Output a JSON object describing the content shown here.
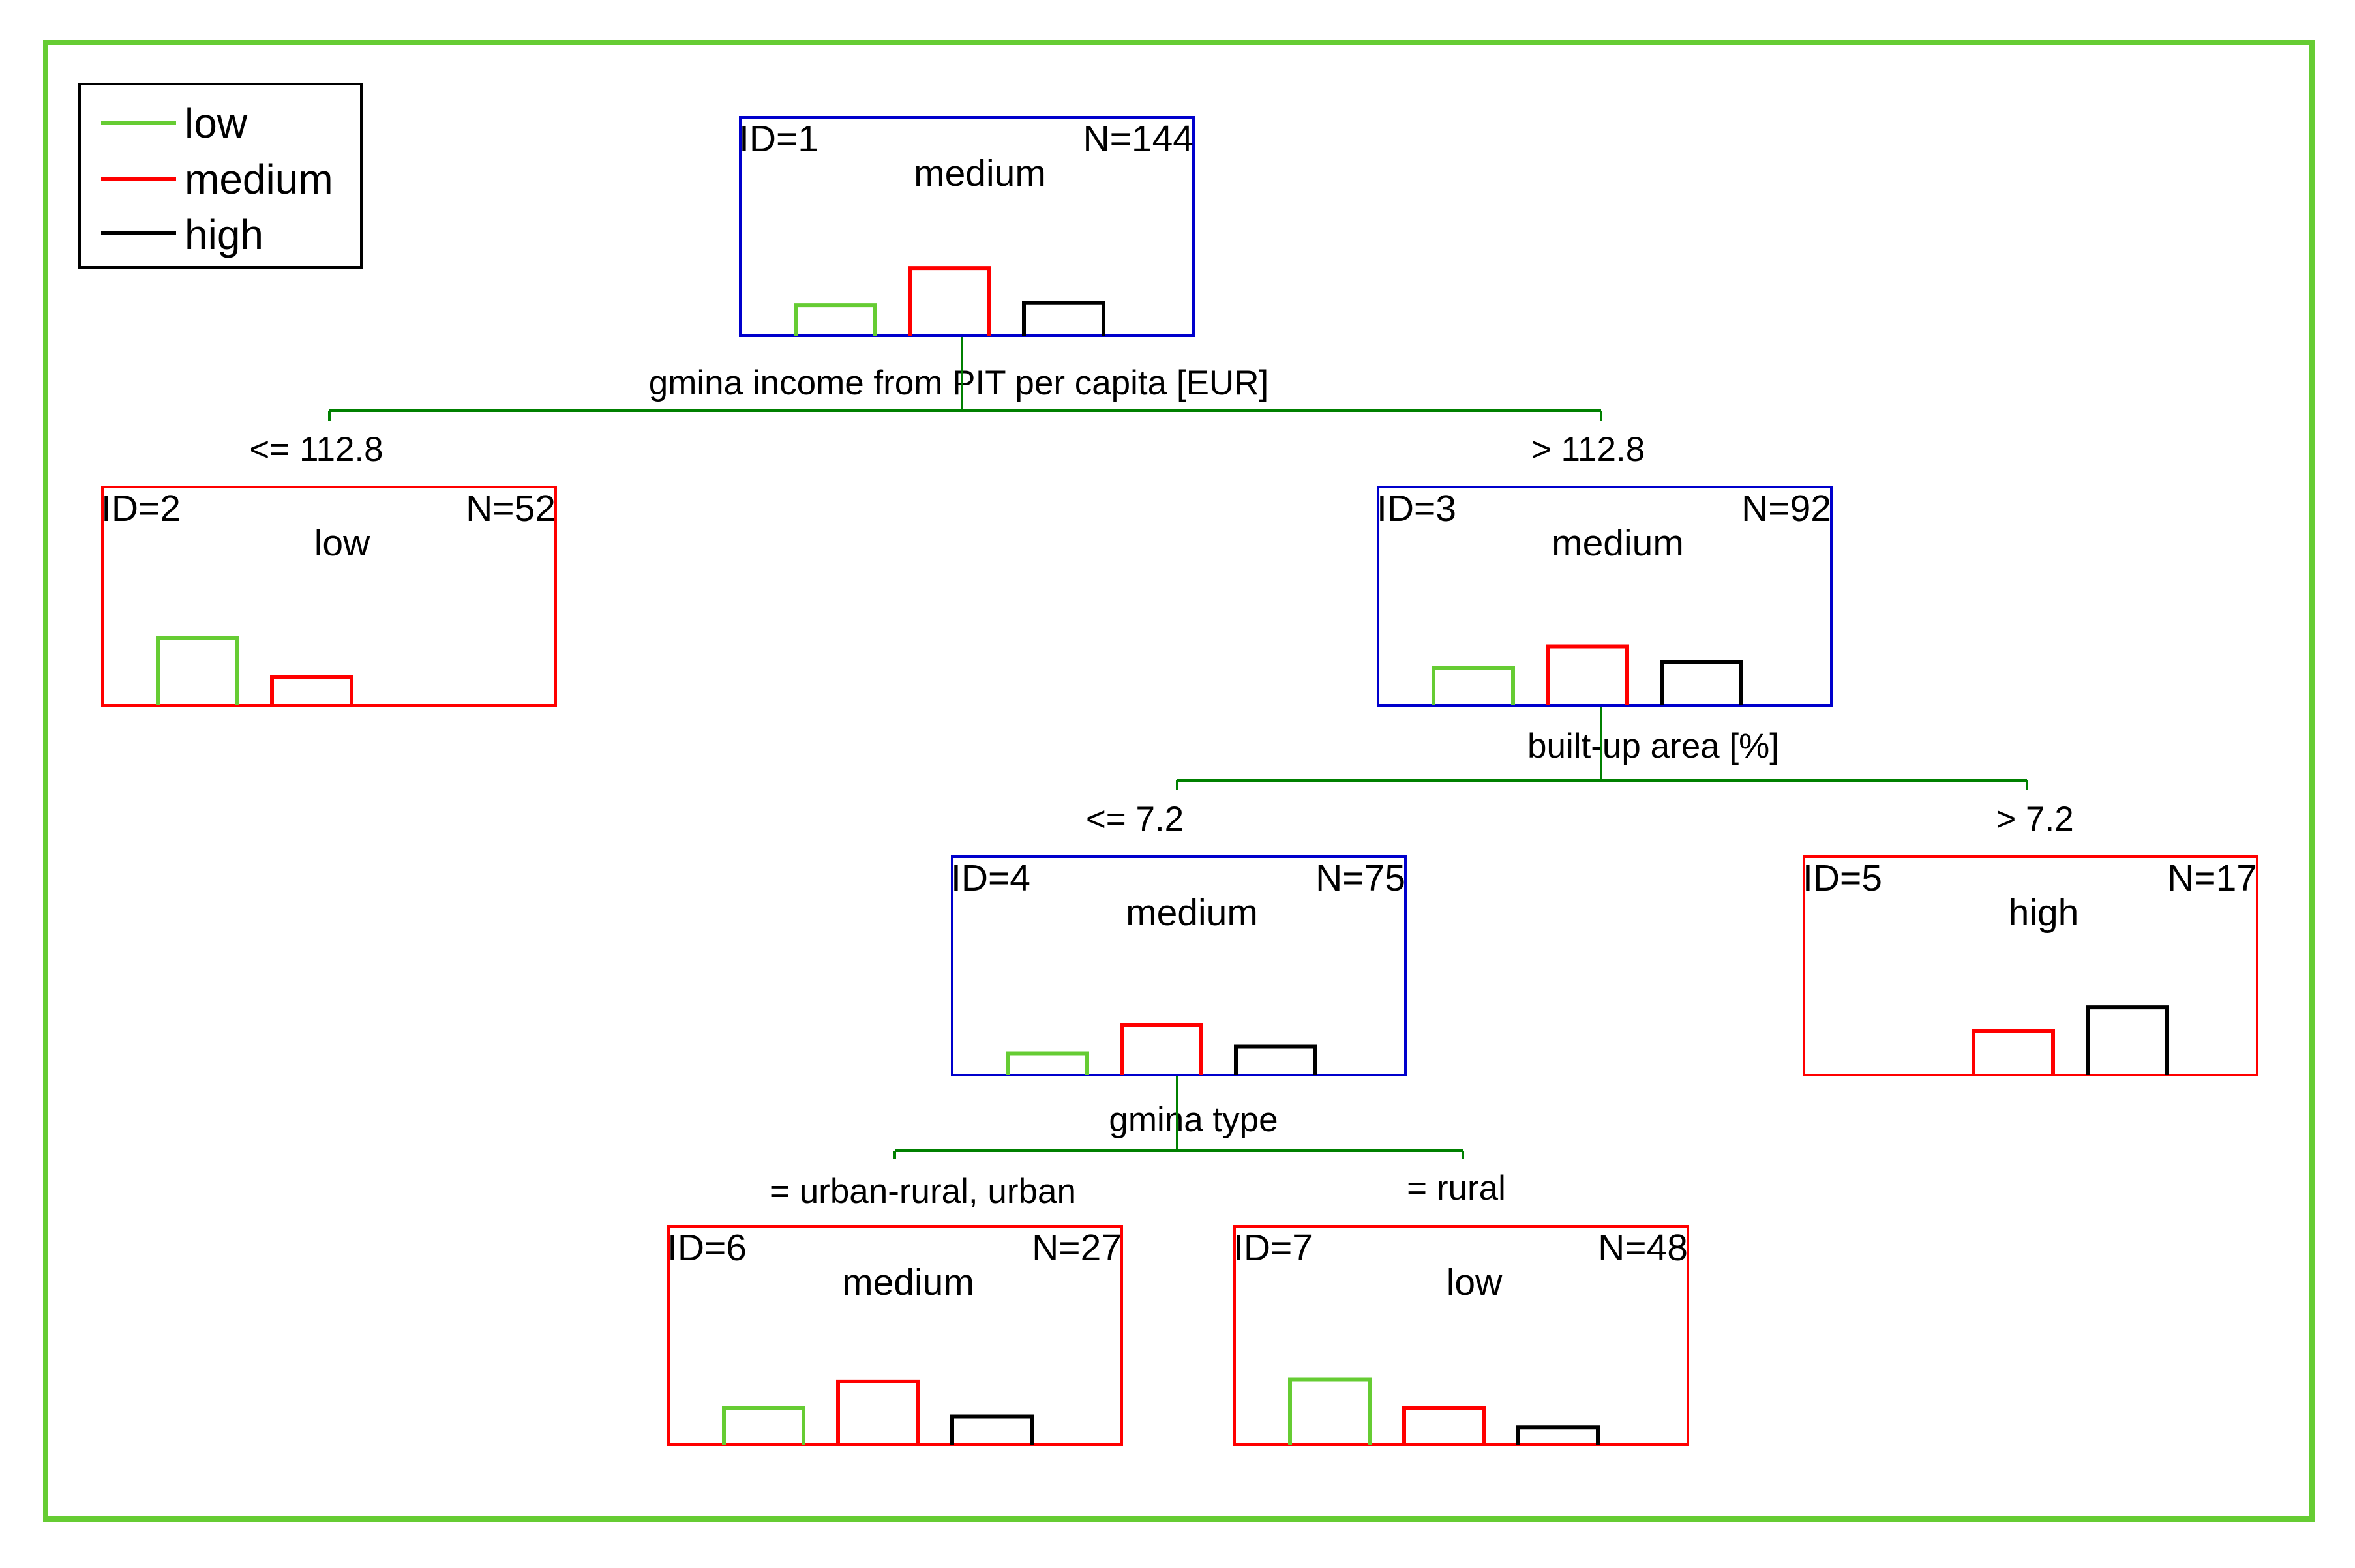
{
  "colors": {
    "frame": "#66cc33",
    "low": "#66cc33",
    "medium": "#ff0000",
    "high": "#000000",
    "node_box_blue": "#0000cc",
    "node_box_red": "#ff0000",
    "split_line": "#008000"
  },
  "legend": {
    "items": [
      {
        "label": "low",
        "color": "#66cc33"
      },
      {
        "label": "medium",
        "color": "#ff0000"
      },
      {
        "label": "high",
        "color": "#000000"
      }
    ]
  },
  "nodes": [
    {
      "id": "ID=1",
      "n": "N=144",
      "class": "medium",
      "box": "blue",
      "bars": [
        0.14,
        0.31,
        0.15
      ]
    },
    {
      "id": "ID=2",
      "n": "N=52",
      "class": "low",
      "box": "red",
      "bars": [
        0.31,
        0.13,
        0
      ]
    },
    {
      "id": "ID=3",
      "n": "N=92",
      "class": "medium",
      "box": "blue",
      "bars": [
        0.17,
        0.27,
        0.2
      ]
    },
    {
      "id": "ID=4",
      "n": "N=75",
      "class": "medium",
      "box": "blue",
      "bars": [
        0.1,
        0.23,
        0.13
      ]
    },
    {
      "id": "ID=5",
      "n": "N=17",
      "class": "high",
      "box": "red",
      "bars": [
        0,
        0.2,
        0.31
      ]
    },
    {
      "id": "ID=6",
      "n": "N=27",
      "class": "medium",
      "box": "red",
      "bars": [
        0.17,
        0.29,
        0.13
      ]
    },
    {
      "id": "ID=7",
      "n": "N=48",
      "class": "low",
      "box": "red",
      "bars": [
        0.3,
        0.17,
        0.08
      ]
    }
  ],
  "splits": [
    {
      "variable": "gmina income from PIT  per capita [EUR]",
      "left": "<= 112.8",
      "right": "> 112.8"
    },
    {
      "variable": "built-up area [%]",
      "left": "<= 7.2",
      "right": "> 7.2"
    },
    {
      "variable": "gmina type",
      "left": "= urban-rural, urban",
      "right": "= rural"
    }
  ]
}
